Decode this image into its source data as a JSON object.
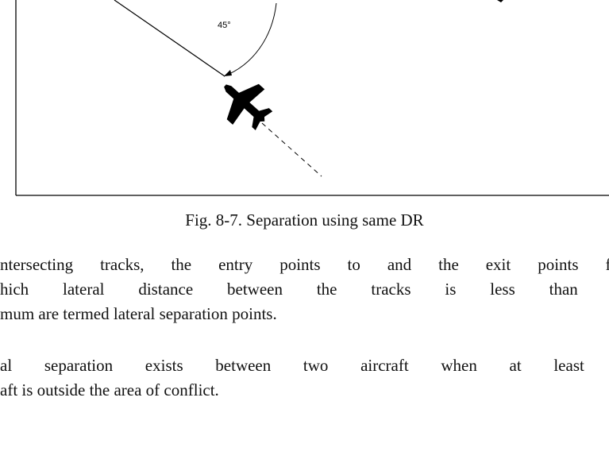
{
  "figure": {
    "angle_label": "45°"
  },
  "caption": "Fig. 8-7. Separation using same DR",
  "paragraph1": {
    "lines": [
      "ntersecting tracks, the entry points to and the exit points fro",
      "hich lateral distance between the tracks is less than th",
      "mum are termed lateral separation points."
    ]
  },
  "paragraph2": {
    "lines": [
      "al separation exists between two aircraft when at least o",
      "aft is outside the area of conflict."
    ]
  }
}
